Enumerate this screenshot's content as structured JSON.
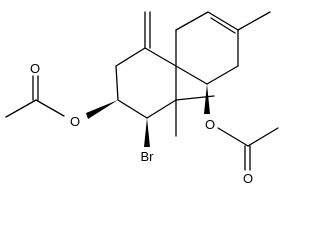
{
  "molecule": {
    "atom_labels": {
      "o_carbonyl_left": "O",
      "o_ester_left": "O",
      "bromine": "Br",
      "o_ester_right": "O",
      "o_carbonyl_right": "O"
    },
    "colors": {
      "bond": "#000000",
      "text": "#000000",
      "background": "#ffffff"
    }
  }
}
